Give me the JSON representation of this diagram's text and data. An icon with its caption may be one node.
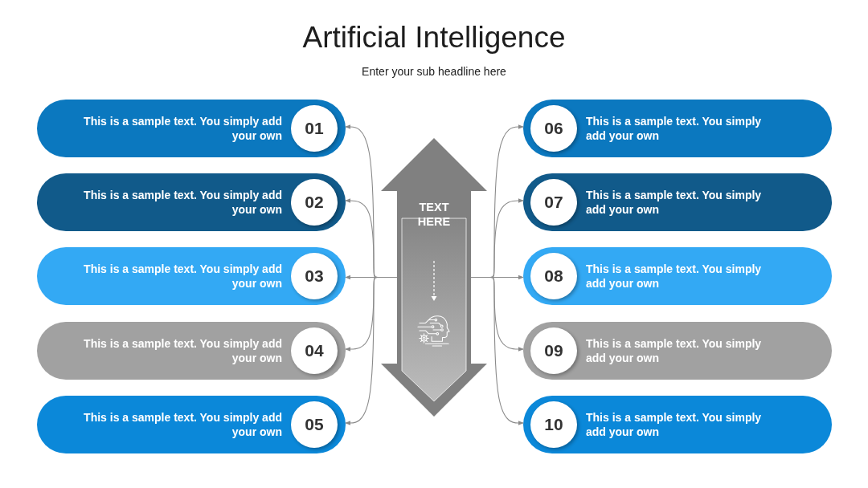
{
  "diagram": {
    "title": "Artificial Intelligence",
    "nodes": [
      {
        "text": [
          "TEXT HERE"
        ]
      },
      {
        "text": [
          "This is a sample text. You simply add your own"
        ]
      },
      {
        "text": [
          "01"
        ],
        "in": 1
      },
      {
        "text": [
          "This is a sample text. You simply add your own"
        ]
      },
      {
        "text": [
          "02"
        ],
        "in": 3
      },
      {
        "text": [
          "This is a sample text. You simply add your own"
        ]
      },
      {
        "text": [
          "03"
        ],
        "in": 5
      },
      {
        "text": [
          "This is a sample text. You simply add your own"
        ]
      },
      {
        "text": [
          "04"
        ],
        "in": 7
      },
      {
        "text": [
          "This is a sample text. You simply add your own"
        ]
      },
      {
        "text": [
          "05"
        ],
        "in": 9
      },
      {
        "text": [
          "This is a sample text. You simply add your own"
        ]
      },
      {
        "text": [
          "06"
        ],
        "in": 11
      },
      {
        "text": [
          "This is a sample text. You simply add your own"
        ]
      },
      {
        "text": [
          "07"
        ],
        "in": 13
      },
      {
        "text": [
          "This is a sample text. You simply add your own"
        ]
      },
      {
        "text": [
          "08"
        ],
        "in": 15
      },
      {
        "text": [
          "This is a sample text. You simply add your own"
        ]
      },
      {
        "text": [
          "09"
        ],
        "in": 17
      },
      {
        "text": [
          "This is a sample text. You simply add your own"
        ]
      },
      {
        "text": [
          "10"
        ],
        "in": 19
      }
    ],
    "edges": [
      {
        "from": 0,
        "to": 1,
        "arrow": "to"
      },
      {
        "from": 0,
        "to": 3,
        "arrow": "to"
      },
      {
        "from": 0,
        "to": 5,
        "arrow": "to"
      },
      {
        "from": 0,
        "to": 7,
        "arrow": "to"
      },
      {
        "from": 0,
        "to": 9,
        "arrow": "to"
      },
      {
        "from": 0,
        "to": 11,
        "arrow": "to"
      },
      {
        "from": 0,
        "to": 13,
        "arrow": "to"
      },
      {
        "from": 0,
        "to": 15,
        "arrow": "to"
      },
      {
        "from": 0,
        "to": 17,
        "arrow": "to"
      },
      {
        "from": 0,
        "to": 19,
        "arrow": "to"
      }
    ],
    "labels": [
      "Enter your sub headline here"
    ]
  }
}
